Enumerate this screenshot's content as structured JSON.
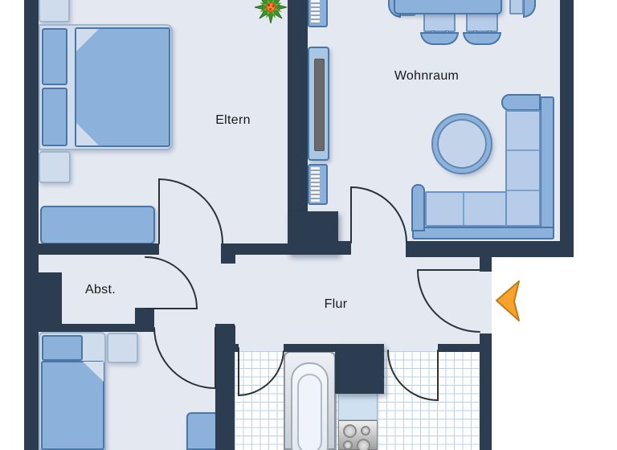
{
  "plan": {
    "title": "apartment-floor-plan",
    "rooms": [
      {
        "id": "eltern",
        "label": "Eltern"
      },
      {
        "id": "wohnraum",
        "label": "Wohnraum"
      },
      {
        "id": "abstellraum",
        "label": "Abst."
      },
      {
        "id": "flur",
        "label": "Flur"
      }
    ],
    "furniture": {
      "eltern": [
        "double-bed",
        "nightstand",
        "nightstand",
        "dresser",
        "plant"
      ],
      "wohnraum": [
        "dining-table",
        "chairs",
        "radiator",
        "tv-cabinet",
        "radiator",
        "round-table",
        "corner-sofa"
      ],
      "kinderzimmer": [
        "single-bed",
        "nightstand",
        "wardrobe"
      ],
      "bad": [
        "bathtub"
      ],
      "kueche": [
        "counter",
        "stove"
      ]
    },
    "icons": [
      "plant-icon",
      "entrance-arrow-icon"
    ],
    "colors": {
      "wall": "#2c3d52",
      "floor": "#e3e8f1",
      "furniture_primary": "#8cb2db",
      "furniture_light": "#cfdcec",
      "sofa_seat": "#b6cce8",
      "tile_line": "#b9d2e8",
      "door_line": "#2e3237",
      "entrance_arrow": "#f6a22d",
      "plant_green": "#3f9428"
    }
  }
}
